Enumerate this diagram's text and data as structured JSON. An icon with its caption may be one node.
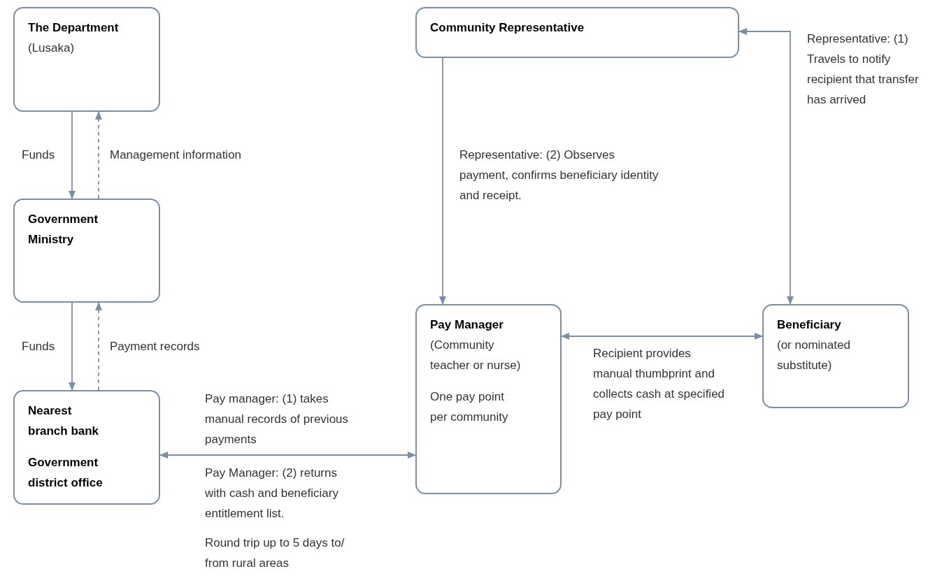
{
  "diagram": {
    "nodes": [
      {
        "text": [
          "The Department",
          "(Lusaka)"
        ]
      },
      {
        "text": [
          "Government Ministry"
        ]
      },
      {
        "text": [
          "Nearest branch bank",
          "Government district office"
        ]
      },
      {
        "text": [
          "Community Representative"
        ]
      },
      {
        "text": [
          "Pay Manager",
          "(Community teacher or nurse)",
          "One pay point per community"
        ]
      },
      {
        "text": [
          "Beneficiary",
          "(or nominated substitute)"
        ]
      }
    ],
    "edges": [
      {
        "from": 0,
        "to": 1,
        "arrow": "to",
        "label": "Funds"
      },
      {
        "from": 1,
        "to": 0,
        "arrow": "to",
        "label": "Management information",
        "style": "dashed"
      },
      {
        "from": 1,
        "to": 2,
        "arrow": "to",
        "label": "Funds"
      },
      {
        "from": 2,
        "to": 1,
        "arrow": "to",
        "label": "Payment records",
        "style": "dashed"
      },
      {
        "from": 2,
        "to": 4,
        "arrow": "both",
        "label": "Pay manager: (1) takes manual records of previous payments"
      },
      {
        "from": 3,
        "to": 4,
        "arrow": "to",
        "label": "Representative: (2) Observes payment, confirms beneficiary identity and receipt."
      },
      {
        "from": 4,
        "to": 5,
        "arrow": "both",
        "label": "Recipient provides manual thumbprint and collects cash at specified pay point"
      },
      {
        "from": 3,
        "to": 5,
        "arrow": "both",
        "label": "Representative: (1) Travels to notify recipient that transfer has arrived"
      }
    ],
    "labels": [
      "Pay Manager: (2) returns with cash and beneficiary entitlement list.",
      "Round trip up to 5 days to/ from rural areas"
    ]
  }
}
